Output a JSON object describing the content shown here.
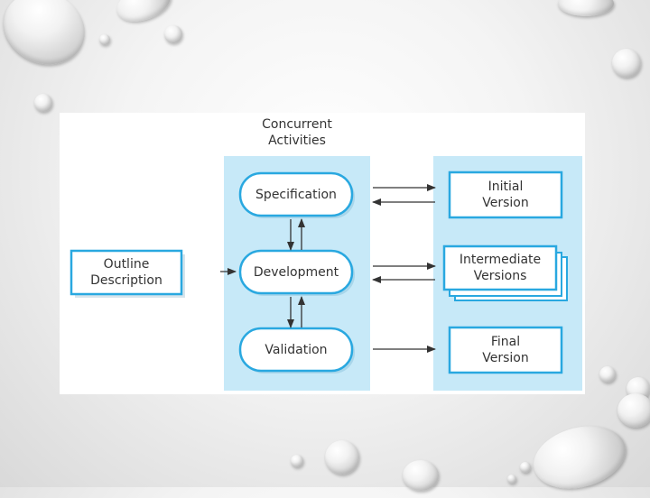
{
  "diagram": {
    "title_line1": "Concurrent",
    "title_line2": "Activities",
    "outline": {
      "line1": "Outline",
      "line2": "Description"
    },
    "activities": [
      "Specification",
      "Development",
      "Validation"
    ],
    "versions": {
      "initial": {
        "line1": "Initial",
        "line2": "Version"
      },
      "intermediate": {
        "line1": "Intermediate",
        "line2": "Versions"
      },
      "final": {
        "line1": "Final",
        "line2": "Version"
      }
    }
  },
  "colors": {
    "panel_fill": "#c7e9f8",
    "box_border": "#29a8e0",
    "box_fill": "#ffffff",
    "arrow": "#333333",
    "text": "#333333"
  }
}
